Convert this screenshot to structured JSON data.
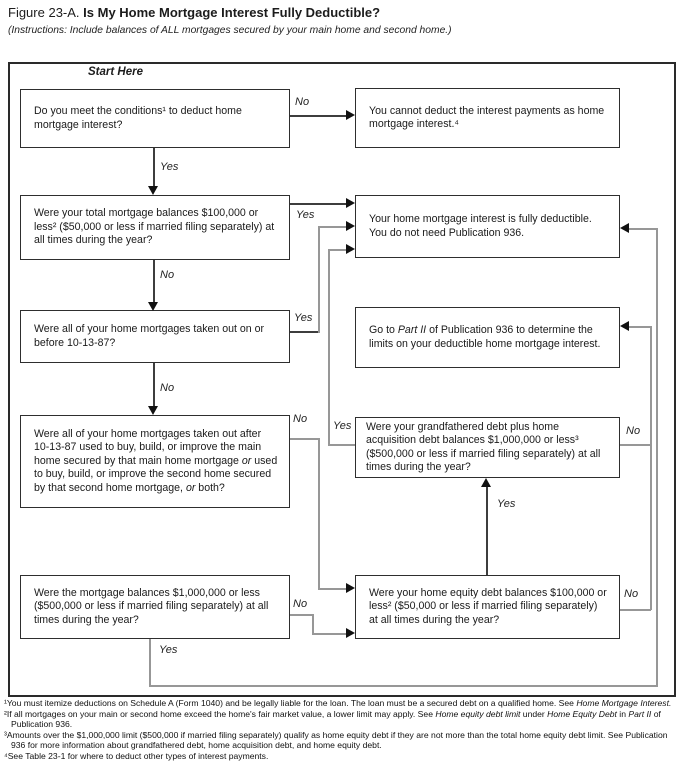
{
  "header": {
    "figure_label": "Figure 23-A.",
    "title": "Is My Home Mortgage Interest Fully Deductible?",
    "instructions": "(Instructions: Include balances of ALL mortgages secured by your main home and second home.)"
  },
  "flowchart": {
    "start_here": "Start Here",
    "yes": "Yes",
    "no": "No",
    "boxes": {
      "conditions": "Do you meet the conditions¹ to deduct home mortgage interest?",
      "cannot_deduct": "You cannot deduct the interest payments as home mortgage interest.⁴",
      "total_balances_100k": "Were your total mortgage balances $100,000 or less² ($50,000 or less if married filing separately) at all times during the year?",
      "fully_deductible": "Your home mortgage interest is fully deductible. You do not need Publication 936.",
      "before_101387": "Were all of your home mortgages taken out on or before 10-13-87?",
      "go_to_part_ii": "Go to *Part II* of Publication 936 to determine the limits on your deductible home mortgage interest.",
      "after_101387": "Were all of your home mortgages taken out after 10-13-87 used to buy, build, or improve the main home secured by that main home mortgage *or* used to buy, build, or improve the second home secured by that second home mortgage, *or* both?",
      "grandfathered_1m": "Were your grandfathered debt plus home acquisition debt balances $1,000,000 or less³ ($500,000 or less if married filing separately) at all times during the year?",
      "balances_1m": "Were the mortgage balances $1,000,000 or less ($500,000 or less if married filing separately) at all times during the year?",
      "home_equity_100k": "Were your home equity debt balances $100,000 or less² ($50,000 or less if married filing separately) at all times during the year?"
    }
  },
  "footnotes": [
    "¹You must itemize deductions on Schedule A (Form 1040) and be legally liable for the loan. The loan must be a secured debt on a qualified home. See *Home Mortgage Interest.*",
    "²If all mortgages on your main or second home exceed the home's fair market value, a lower limit may apply. See *Home equity debt limit* under *Home Equity Debt* in *Part II* of Publication 936.",
    "³Amounts over the $1,000,000 limit ($500,000 if married filing separately) qualify as home equity debt if they are not more than the total home equity debt limit. See Publication 936 for more information about grandfathered debt, home acquisition debt, and home equity debt.",
    "⁴See Table 23-1 for where to deduct other types of interest payments."
  ]
}
